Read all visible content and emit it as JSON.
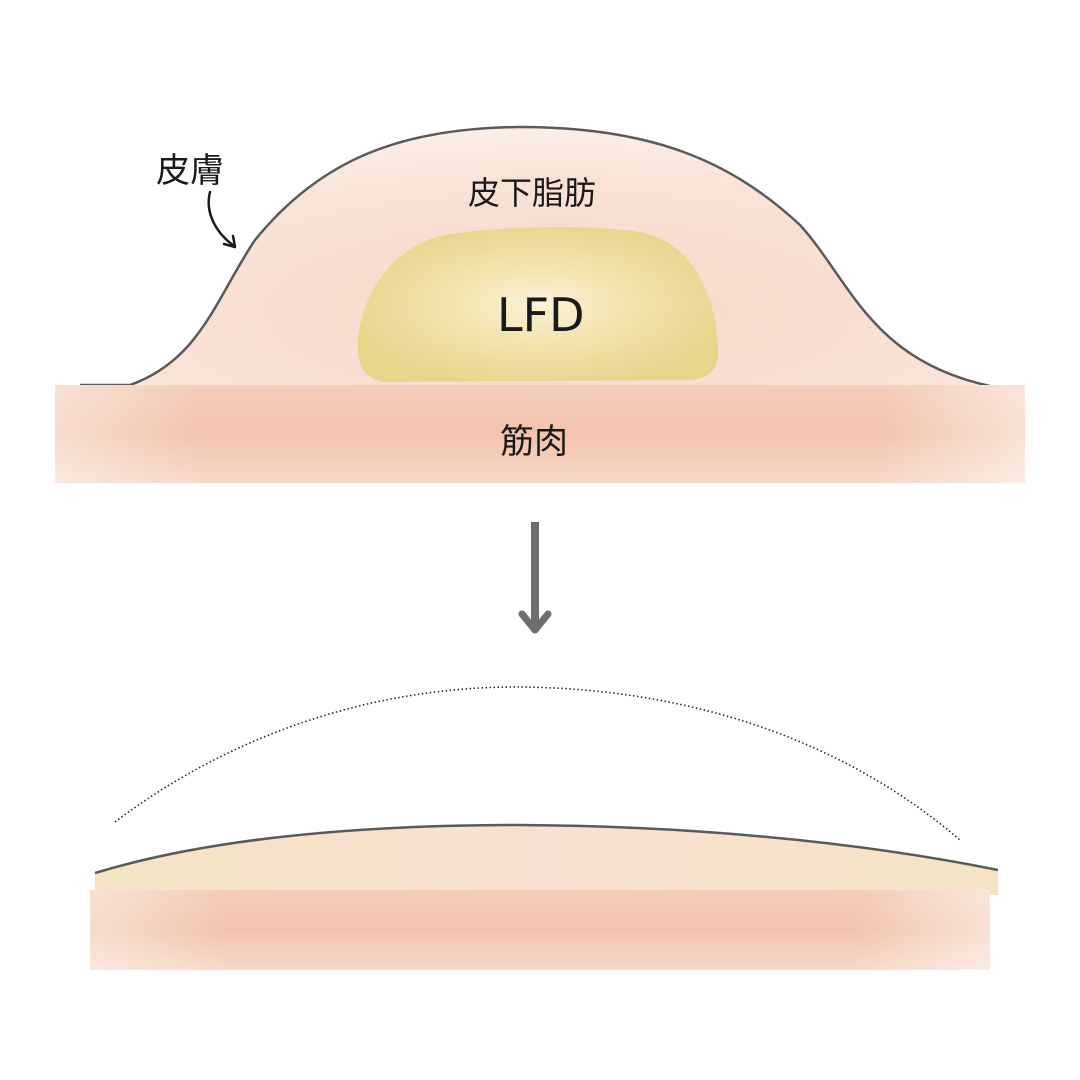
{
  "labels": {
    "skin": "皮膚",
    "subcutaneous_fat": "皮下脂肪",
    "lfd": "LFD",
    "muscle": "筋肉"
  },
  "colors": {
    "skin_line": "#5a5a5a",
    "fat": "#f9e1d5",
    "lfd_fill": "#efdc9a",
    "muscle": "#f3c9b3",
    "arrow": "#6e6e6e"
  }
}
